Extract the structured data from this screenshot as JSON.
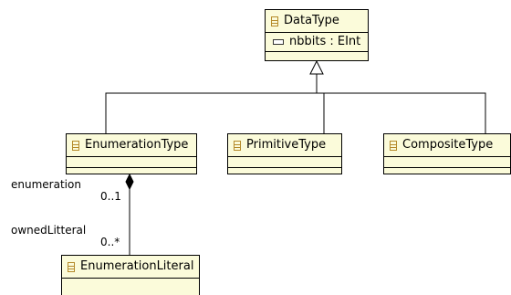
{
  "classes": {
    "datatype": {
      "name": "DataType",
      "attribute": "nbbits : EInt"
    },
    "enumeration_type": {
      "name": "EnumerationType"
    },
    "primitive_type": {
      "name": "PrimitiveType"
    },
    "composite_type": {
      "name": "CompositeType"
    },
    "enumeration_literal": {
      "name": "EnumerationLiteral"
    }
  },
  "association": {
    "source_role": "enumeration",
    "source_multiplicity": "0..1",
    "target_role": "ownedLitteral",
    "target_multiplicity": "0..*"
  },
  "colors": {
    "class_fill": "#fbfbda",
    "icon": "#b58a2a",
    "line": "#000000"
  }
}
